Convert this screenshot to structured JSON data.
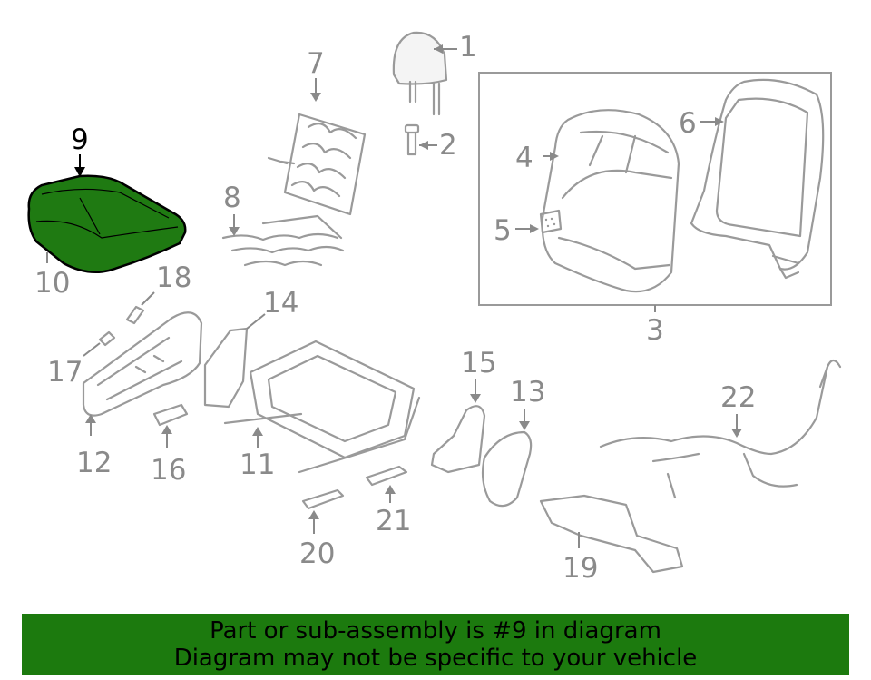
{
  "highlighted_part": "9",
  "callouts": {
    "c1": "1",
    "c2": "2",
    "c3": "3",
    "c4": "4",
    "c5": "5",
    "c6": "6",
    "c7": "7",
    "c8": "8",
    "c9": "9",
    "c10": "10",
    "c11": "11",
    "c12": "12",
    "c13": "13",
    "c14": "14",
    "c15": "15",
    "c16": "16",
    "c17": "17",
    "c18": "18",
    "c19": "19",
    "c20": "20",
    "c21": "21",
    "c22": "22"
  },
  "colors": {
    "highlight_fill": "#1f7a12",
    "banner_bg": "#1c7a0e",
    "line": "#9a9a9a",
    "callout_text": "#8a8a8a"
  },
  "banner": {
    "line1": "Part or sub-assembly is #9 in diagram",
    "line2": "Diagram may not be specific to your vehicle"
  }
}
